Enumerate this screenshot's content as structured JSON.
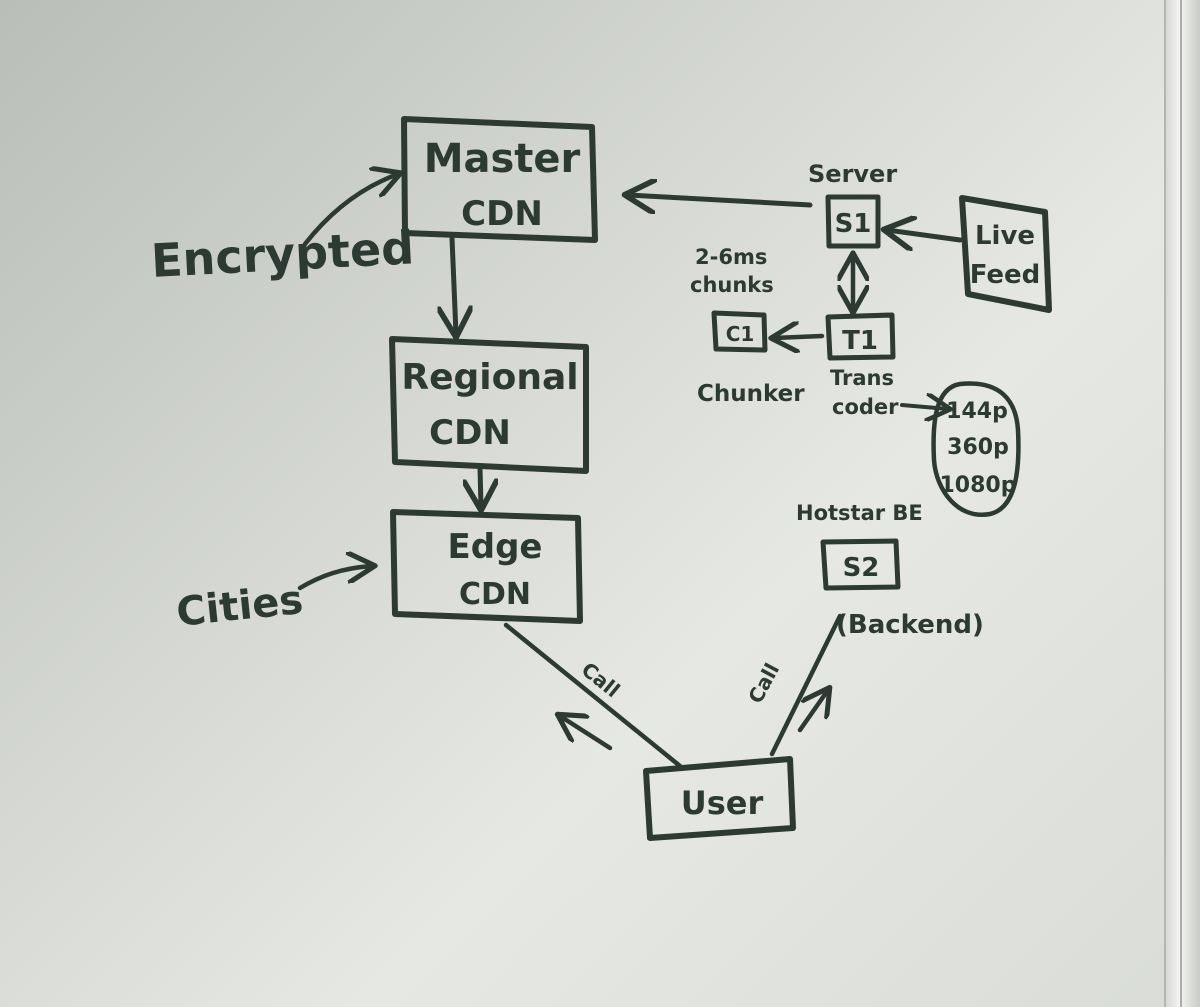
{
  "boxes": {
    "master": {
      "line1": "Master",
      "line2": "CDN"
    },
    "regional": {
      "line1": "Regional",
      "line2": "CDN"
    },
    "edge": {
      "line1": "Edge",
      "line2": "CDN"
    },
    "live_feed": {
      "line1": "Live",
      "line2": "Feed"
    },
    "s1": {
      "label": "S1"
    },
    "t1": {
      "label": "T1"
    },
    "c1": {
      "label": "C1"
    },
    "s2": {
      "label": "S2"
    },
    "user": {
      "label": "User"
    }
  },
  "labels": {
    "encrypted": "Encrypted",
    "server": "Server",
    "chunk_size_line1": "2-6ms",
    "chunk_size_line2": "chunks",
    "chunker": "Chunker",
    "transcoder_line1": "Trans",
    "transcoder_line2": "coder",
    "hotstar_be": "Hotstar BE",
    "backend": "(Backend)",
    "cities": "Cities",
    "call_edge": "Call",
    "call_backend": "Call"
  },
  "resolutions": [
    "144p",
    "360p",
    "1080p"
  ]
}
